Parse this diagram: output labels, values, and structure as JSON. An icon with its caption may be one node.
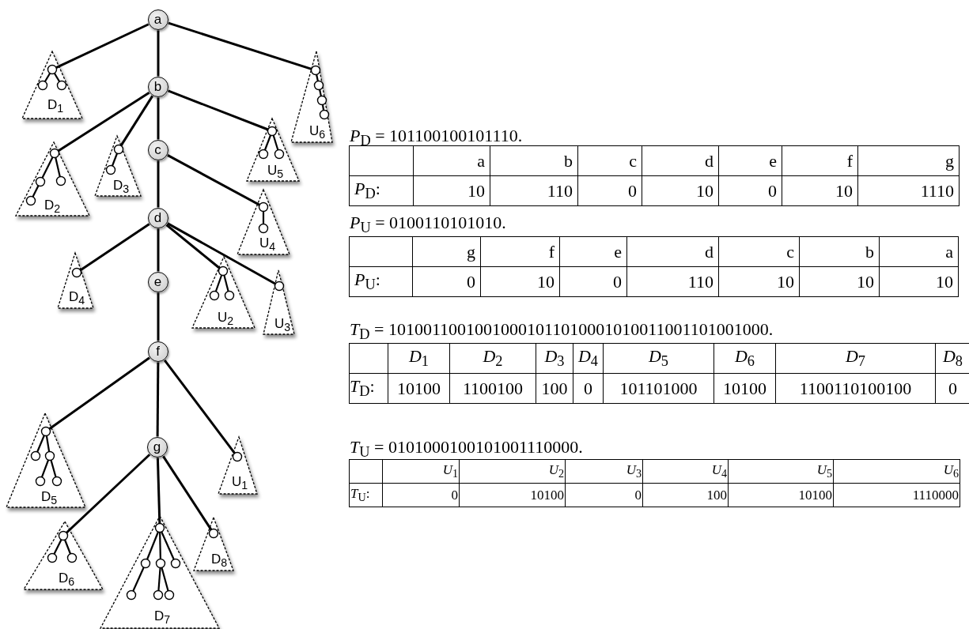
{
  "diagram": {
    "nodes": [
      {
        "text": [
          "a"
        ]
      },
      {
        "text": [
          "D$_{1}$"
        ]
      },
      {
        "text": [
          "b"
        ]
      },
      {
        "text": [
          "U$_{6}$"
        ]
      },
      {
        "text": [
          "D$_{2}$"
        ]
      },
      {
        "text": [
          "D$_{3}$"
        ]
      },
      {
        "text": [
          "c"
        ]
      },
      {
        "text": [
          "U$_{5}$"
        ]
      },
      {
        "text": [
          "U$_{4}$"
        ]
      },
      {
        "text": [
          "d"
        ]
      },
      {
        "text": [
          "D$_{4}$"
        ]
      },
      {
        "text": [
          "e"
        ]
      },
      {
        "text": [
          "U$_{2}$"
        ]
      },
      {
        "text": [
          "U$_{3}$"
        ]
      },
      {
        "text": [
          "f"
        ]
      },
      {
        "text": [
          "D$_{5}$"
        ]
      },
      {
        "text": [
          "g"
        ]
      },
      {
        "text": [
          "U$_{1}$"
        ]
      },
      {
        "text": [
          "D$_{6}$"
        ]
      },
      {
        "text": [
          "D$_{7}$"
        ]
      },
      {
        "text": [
          "D$_{8}$"
        ]
      }
    ],
    "edges": [
      {
        "from": 0,
        "to": 1,
        "arrow": "none"
      },
      {
        "from": 0,
        "to": 2,
        "arrow": "none"
      },
      {
        "from": 0,
        "to": 3,
        "arrow": "none"
      },
      {
        "from": 2,
        "to": 4,
        "arrow": "none"
      },
      {
        "from": 2,
        "to": 5,
        "arrow": "none"
      },
      {
        "from": 2,
        "to": 6,
        "arrow": "none"
      },
      {
        "from": 2,
        "to": 7,
        "arrow": "none"
      },
      {
        "from": 6,
        "to": 9,
        "arrow": "none"
      },
      {
        "from": 6,
        "to": 8,
        "arrow": "none"
      },
      {
        "from": 9,
        "to": 10,
        "arrow": "none"
      },
      {
        "from": 9,
        "to": 11,
        "arrow": "none"
      },
      {
        "from": 9,
        "to": 12,
        "arrow": "none"
      },
      {
        "from": 9,
        "to": 13,
        "arrow": "none"
      },
      {
        "from": 11,
        "to": 14,
        "arrow": "none"
      },
      {
        "from": 14,
        "to": 15,
        "arrow": "none"
      },
      {
        "from": 14,
        "to": 16,
        "arrow": "none"
      },
      {
        "from": 14,
        "to": 17,
        "arrow": "none"
      },
      {
        "from": 16,
        "to": 18,
        "arrow": "none"
      },
      {
        "from": 16,
        "to": 19,
        "arrow": "none"
      },
      {
        "from": 16,
        "to": 20,
        "arrow": "none"
      }
    ],
    "labels": [
      "*P*$_{D}$ = 101100100101110.",
      "a",
      "b",
      "c",
      "d",
      "e",
      "f",
      "g",
      "*P*$_{D}$:",
      "10",
      "110",
      "0",
      "10",
      "0",
      "10",
      "1110",
      "*P*$_{U}$ = 0100110101010.",
      "g",
      "f",
      "e",
      "d",
      "c",
      "b",
      "a",
      "*P*$_{U}$:",
      "0",
      "10",
      "0",
      "110",
      "10",
      "10",
      "10",
      "*T*$_{D}$ = 10100110010010001011010001010011001101001000.",
      "*D*$_{1}$",
      "*D*$_{2}$",
      "*D*$_{3}$",
      "*D*$_{4}$",
      "*D*$_{5}$",
      "*D*$_{6}$",
      "*D*$_{7}$",
      "*D*$_{8}$",
      "*T*$_{D}$:",
      "10100",
      "1100100",
      "100",
      "0",
      "101101000",
      "10100",
      "1100110100100",
      "0",
      "*T*$_{U}$ = 0101000100101001110000.",
      "*U*$_{1}$",
      "*U*$_{2}$",
      "*U*$_{3}$",
      "*U*$_{4}$",
      "*U*$_{5}$",
      "*U*$_{6}$",
      "*T*$_{U}$:",
      "0",
      "10100",
      "0",
      "100",
      "10100",
      "1110000"
    ]
  }
}
